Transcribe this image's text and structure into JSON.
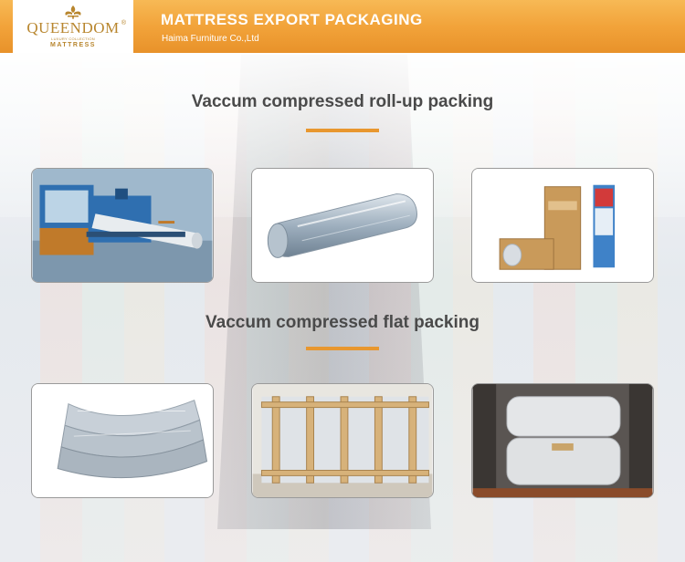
{
  "header": {
    "logo": {
      "name": "QUEENDOM",
      "tagline": "LUXURY COLLECTION",
      "sub": "MATTRESS",
      "reg_mark": "®"
    },
    "title": "MATTRESS EXPORT PACKAGING",
    "subtitle": "Haima Furniture Co.,Ltd"
  },
  "sections": [
    {
      "title": "Vaccum compressed roll-up packing",
      "images": [
        {
          "icon": "roll-compress-machine"
        },
        {
          "icon": "rolled-mattress"
        },
        {
          "icon": "boxed-rolled-mattress"
        }
      ]
    },
    {
      "title": "Vaccum compressed flat packing",
      "images": [
        {
          "icon": "flat-compressed-mattress"
        },
        {
          "icon": "crated-mattresses"
        },
        {
          "icon": "container-loaded-mattresses"
        }
      ]
    }
  ],
  "colors": {
    "header_orange": "#f2a33a",
    "accent_underline": "#e8972f",
    "logo_gold": "#b8862e",
    "title_gray": "#4a4a4a"
  }
}
